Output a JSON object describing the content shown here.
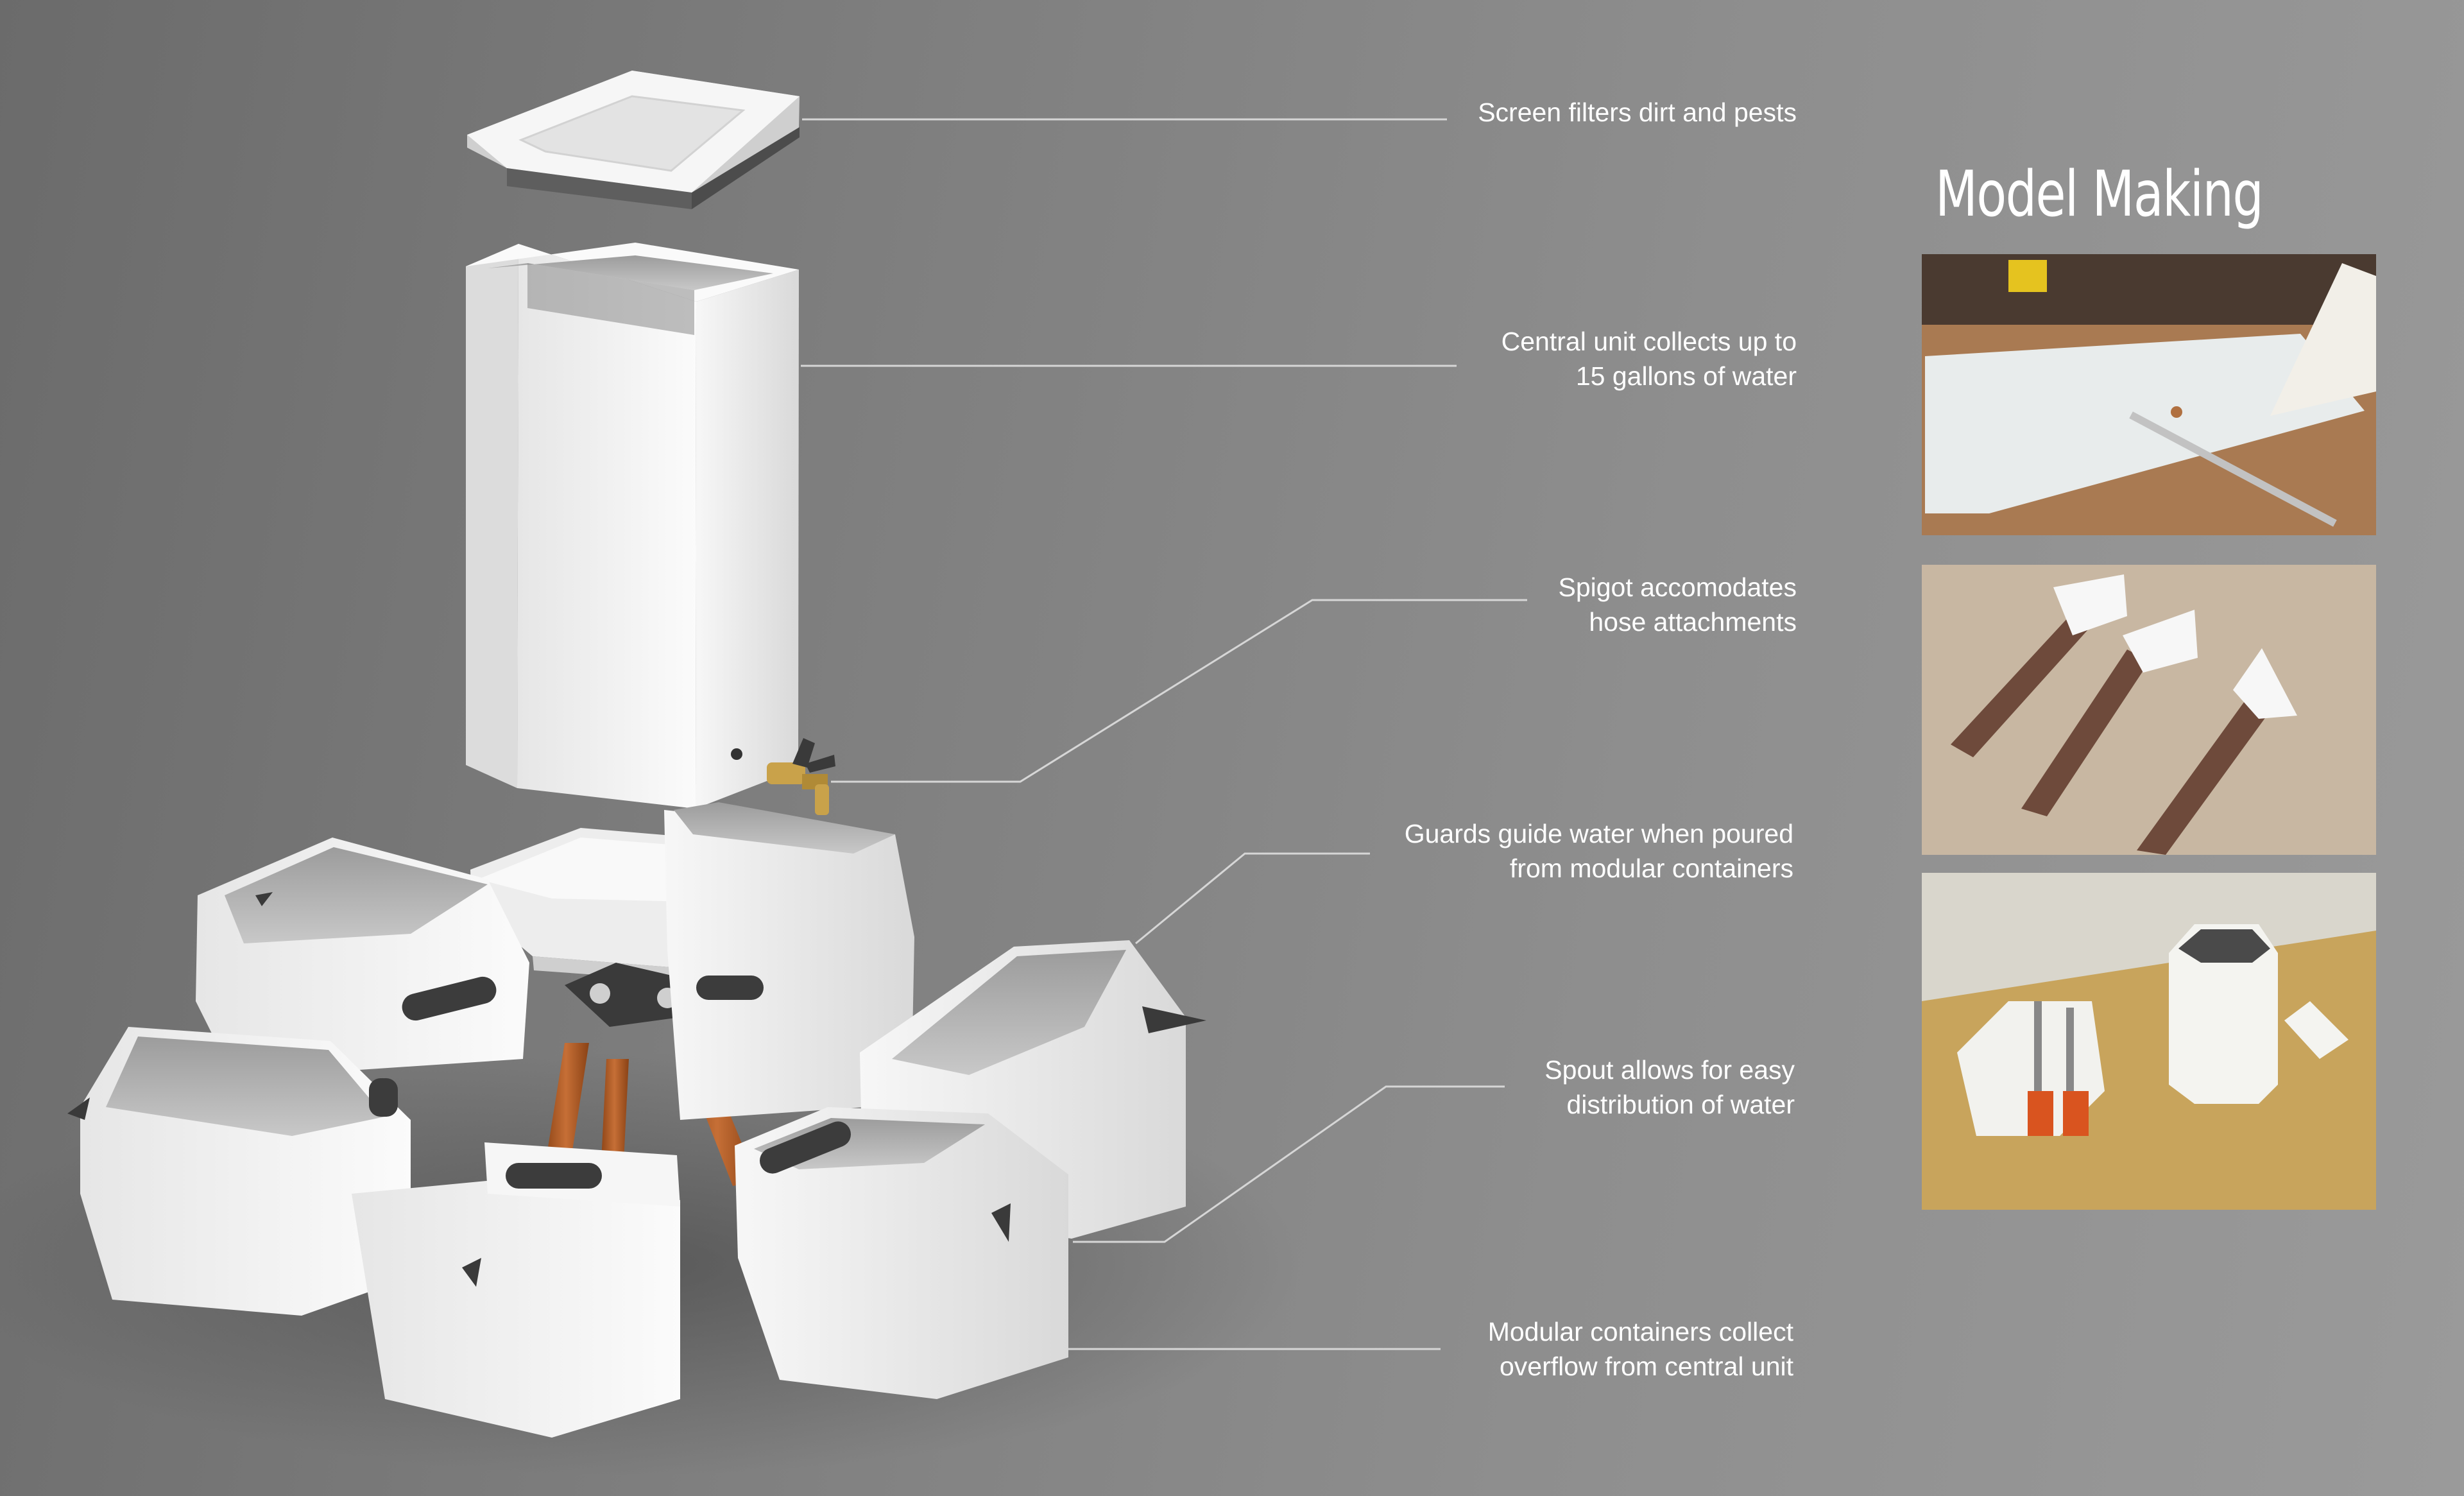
{
  "callouts": [
    {
      "lines": [
        "Screen filters dirt and pests"
      ]
    },
    {
      "lines": [
        "Central unit collects up to",
        "15 gallons of water"
      ]
    },
    {
      "lines": [
        "Spigot accomodates",
        "hose attachments"
      ]
    },
    {
      "lines": [
        "Guards guide water when poured",
        "from modular containers"
      ]
    },
    {
      "lines": [
        "Spout allows for easy",
        "distribution of water"
      ]
    },
    {
      "lines": [
        "Modular containers collect",
        "overflow from central unit"
      ]
    }
  ],
  "side_panel": {
    "title": "Model Making",
    "photos": [
      {
        "subject": "acrylic sheet on workbench"
      },
      {
        "subject": "three wooden legs with white triangular brackets"
      },
      {
        "subject": "assembled prototype with clamps on table"
      }
    ]
  },
  "colors": {
    "background_dark": "#6b6b6b",
    "background_light": "#9a9a9a",
    "text": "#ffffff",
    "leader_line": "#d6d6d6",
    "model_white": "#f4f4f4",
    "wood": "#b5602a",
    "brass": "#c9a24a"
  }
}
